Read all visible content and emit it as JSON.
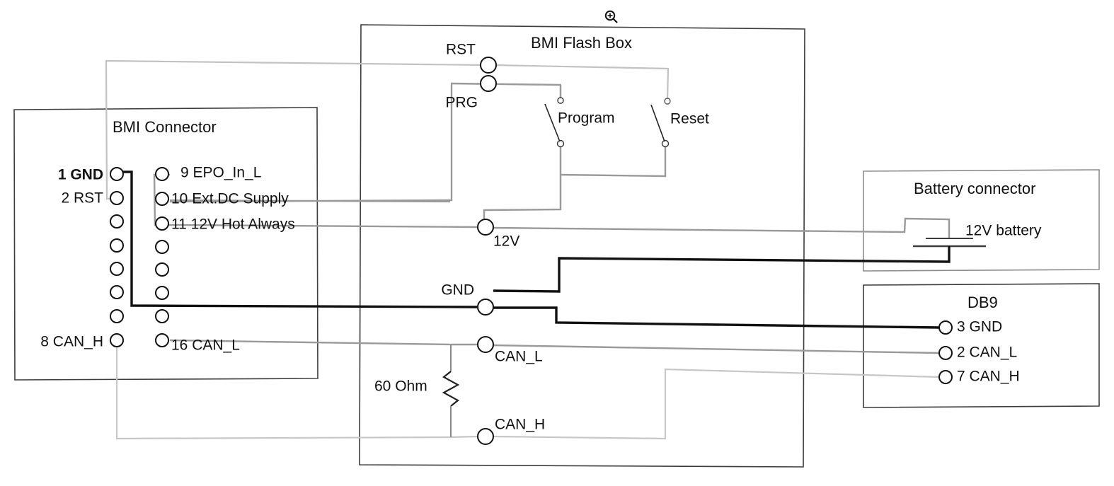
{
  "diagram": {
    "title": "BMI Flash Box wiring diagram",
    "cursor_icon": "zoom-in-magnifier-cursor",
    "colors": {
      "black_wire": "#111111",
      "gray_wire": "#8a8a8a",
      "light_gray_wire": "#bdbdbd",
      "box_outline": "#3c3c3c",
      "background": "#ffffff"
    }
  },
  "bmi_connector": {
    "title": "BMI Connector",
    "left_pins": [
      {
        "label": "1 GND"
      },
      {
        "label": "2 RST"
      },
      {
        "label": ""
      },
      {
        "label": ""
      },
      {
        "label": ""
      },
      {
        "label": ""
      },
      {
        "label": ""
      },
      {
        "label": "8 CAN_H"
      }
    ],
    "right_pins": [
      {
        "label": "9 EPO_In_L"
      },
      {
        "label": "10 Ext.DC Supply"
      },
      {
        "label": "11 12V Hot Always"
      },
      {
        "label": ""
      },
      {
        "label": ""
      },
      {
        "label": ""
      },
      {
        "label": ""
      },
      {
        "label": "16 CAN_L"
      }
    ]
  },
  "flash_box": {
    "title": "BMI Flash Box",
    "terminals": [
      {
        "label": "RST"
      },
      {
        "label": "PRG"
      },
      {
        "label": "12V"
      },
      {
        "label": "GND"
      },
      {
        "label": "CAN_L"
      },
      {
        "label": "CAN_H"
      }
    ],
    "switches": [
      {
        "label": "Program"
      },
      {
        "label": "Reset"
      }
    ],
    "resistor": {
      "label": "60 Ohm"
    }
  },
  "battery_connector": {
    "title": "Battery connector",
    "battery_label": "12V battery"
  },
  "db9": {
    "title": "DB9",
    "pins": [
      {
        "label": "3 GND"
      },
      {
        "label": "2 CAN_L"
      },
      {
        "label": "7 CAN_H"
      }
    ]
  }
}
